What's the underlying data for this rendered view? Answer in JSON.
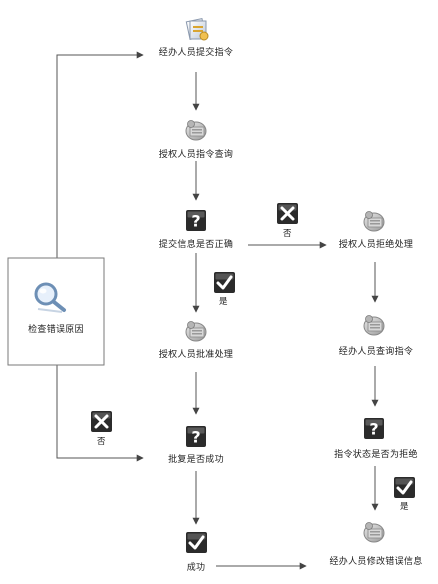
{
  "steps": {
    "submit": "经办人员提交指令",
    "query": "授权人员指令查询",
    "check_correct": "提交信息是否正确",
    "approve": "授权人员批准处理",
    "reply_success": "批复是否成功",
    "success": "成功",
    "reject": "授权人员拒绝处理",
    "operator_query": "经办人员查询指令",
    "is_rejected": "指令状态是否为拒绝",
    "modify": "经办人员修改错误信息",
    "check_reason": "检查错误原因"
  },
  "branch_labels": {
    "yes_1": "是",
    "no_1": "否",
    "no_2": "否",
    "yes_2": "是"
  },
  "icons": {
    "submit": "document-stack-icon",
    "gear": "gear-server-icon",
    "question": "question-mark-icon",
    "check": "checkmark-icon",
    "cross": "cross-icon",
    "magnifier": "magnifier-icon"
  },
  "colors": {
    "line": "#555555",
    "icon_dark": "#2b2b2b",
    "border": "#7a7a7a"
  }
}
